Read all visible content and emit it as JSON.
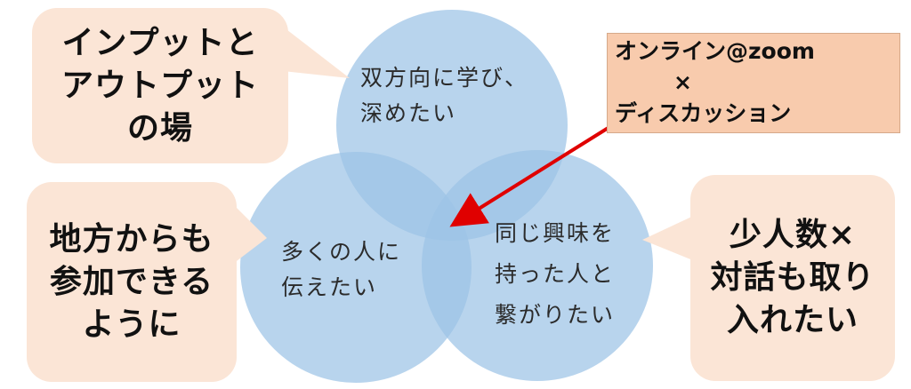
{
  "venn": {
    "top_circle_text": "双方向に学び、\n深めたい",
    "left_circle_text": "多くの人に\n伝えたい",
    "right_circle_text": "同じ興味を\n持った人と\n繋がりたい"
  },
  "bubbles": {
    "top_left": "インプットと\nアウトプット\nの場",
    "mid_left": "地方からも\n参加できる\nように",
    "right": "少人数×\n対話も取り\n入れたい"
  },
  "zoom_box": {
    "line1": "オンライン@zoom",
    "line2": "×",
    "line3": "ディスカッション"
  },
  "colors": {
    "circle_fill": "#9dc3e6",
    "bubble_fill": "#fbe5d6",
    "box_fill": "#f8cbad",
    "arrow": "#e00000"
  }
}
